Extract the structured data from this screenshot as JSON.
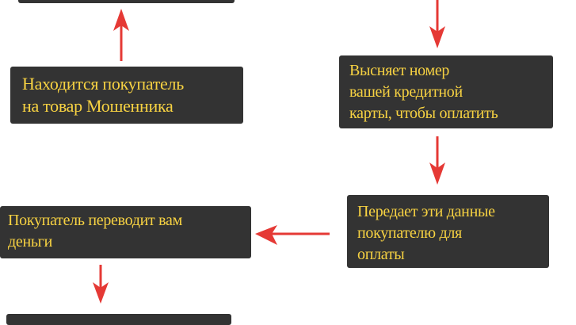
{
  "colors": {
    "box": "#333333",
    "text": "#f7d242",
    "arrow": "#e53935"
  },
  "nodes": {
    "finds_buyer": {
      "lines": [
        "Находится покупатель",
        "на товар Мошенника"
      ]
    },
    "asks_card": {
      "lines": [
        "Высняет номер",
        "вашей кредитной",
        "карты, чтобы оплатить"
      ]
    },
    "passes_data": {
      "lines": [
        "Передает эти данные",
        "покупателю для",
        "оплаты"
      ]
    },
    "buyer_pays": {
      "lines": [
        "Покупатель переводит вам",
        "деньги"
      ]
    }
  }
}
